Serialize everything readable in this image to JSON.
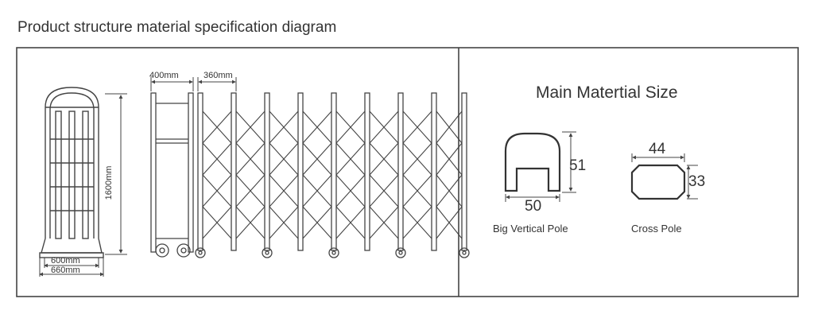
{
  "title": "Product structure material specification diagram",
  "side_view": {
    "height_label": "1600mm",
    "base_inner_label": "600mm",
    "base_outer_label": "660mm"
  },
  "front_view": {
    "end_width_label": "400mm",
    "segment_width_label": "360mm"
  },
  "materials": {
    "heading": "Main Matertial Size",
    "vertical_pole": {
      "caption": "Big Vertical Pole",
      "width": "50",
      "height": "51"
    },
    "cross_pole": {
      "caption": "Cross Pole",
      "width": "44",
      "height": "33"
    }
  }
}
